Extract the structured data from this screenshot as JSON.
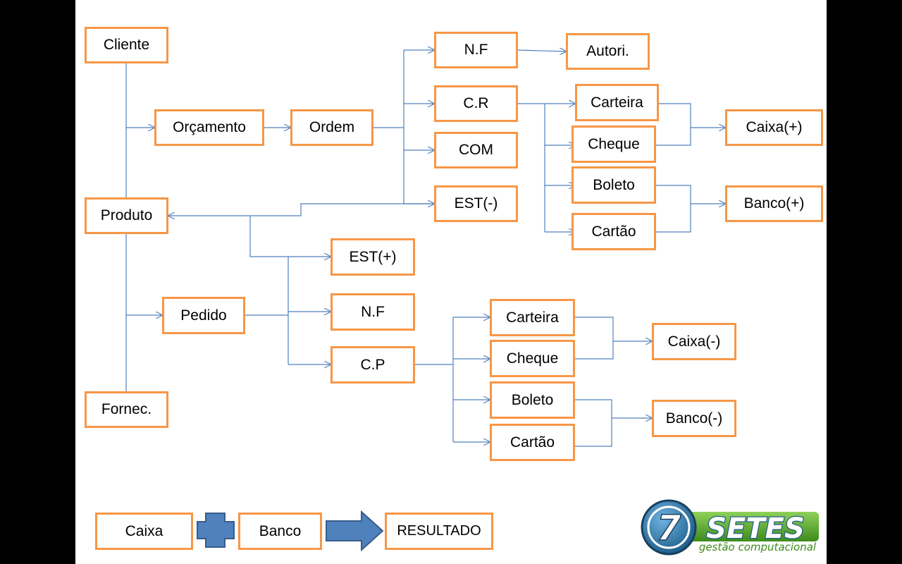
{
  "colors": {
    "box_border": "#f79646",
    "connector": "#4f81bd",
    "shape_fill": "#4f81bd",
    "shape_stroke": "#385d8a",
    "logo_blue": "#1f5f8b",
    "logo_green": "#5aa02c"
  },
  "nodes": {
    "cliente": "Cliente",
    "orcamento": "Orçamento",
    "ordem": "Ordem",
    "nf_sale": "N.F",
    "autori": "Autori.",
    "cr": "C.R",
    "com": "COM",
    "est_minus": "EST(-)",
    "carteira_sale": "Carteira",
    "cheque_sale": "Cheque",
    "boleto_sale": "Boleto",
    "cartao_sale": "Cartão",
    "caixa_plus": "Caixa(+)",
    "banco_plus": "Banco(+)",
    "produto": "Produto",
    "pedido": "Pedido",
    "est_plus": "EST(+)",
    "nf_purchase": "N.F",
    "cp": "C.P",
    "carteira_purchase": "Carteira",
    "cheque_purchase": "Cheque",
    "boleto_purchase": "Boleto",
    "cartao_purchase": "Cartão",
    "caixa_minus": "Caixa(-)",
    "banco_minus": "Banco(-)",
    "fornec": "Fornec."
  },
  "legend": {
    "caixa": "Caixa",
    "plus_icon": "plus-shape",
    "banco": "Banco",
    "arrow_icon": "right-arrow-shape",
    "resultado": "RESULTADO"
  },
  "logo": {
    "mark": "7",
    "name": "SETES",
    "tagline": "gestão computacional"
  }
}
